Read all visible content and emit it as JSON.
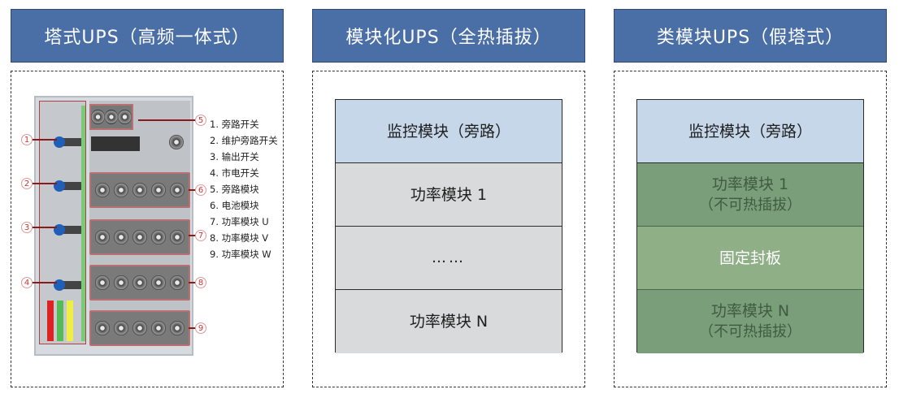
{
  "columns": [
    {
      "title": "塔式UPS（高频一体式）",
      "legend": [
        "1. 旁路开关",
        "2. 维护旁路开关",
        "3. 输出开关",
        "4. 市电开关",
        "5. 旁路模块",
        "6. 电池模块",
        "7. 功率模块 U",
        "8. 功率模块 V",
        "9. 功率模块 W"
      ],
      "callouts": [
        "1",
        "2",
        "3",
        "4",
        "5",
        "6",
        "7",
        "8",
        "9"
      ]
    },
    {
      "title": "模块化UPS（全热插拔）",
      "cells": [
        {
          "line1": "监控模块（旁路）"
        },
        {
          "line1": "功率模块 1"
        },
        {
          "line1": "……"
        },
        {
          "line1": "功率模块 N"
        }
      ]
    },
    {
      "title": "类模块UPS（假塔式）",
      "cells": [
        {
          "line1": "监控模块（旁路）"
        },
        {
          "line1": "功率模块 1",
          "line2": "（不可热插拔）"
        },
        {
          "line1": "固定封板"
        },
        {
          "line1": "功率模块 N",
          "line2": "（不可热插拔）"
        }
      ]
    }
  ],
  "colors": {
    "header_bg": "#4a6ea6",
    "monitor_bg": "#c7d7ea",
    "module_gray": "#d9dadb",
    "module_darkgreen": "#7a9e7a",
    "module_lightgreen": "#8faf87"
  }
}
